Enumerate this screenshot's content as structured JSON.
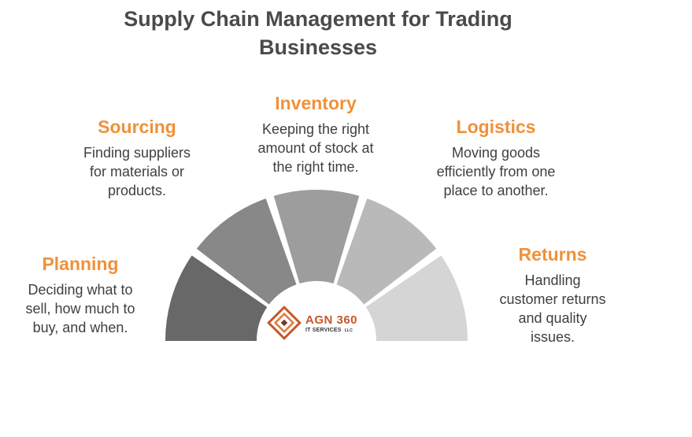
{
  "title": {
    "line1": "Supply Chain Management for Trading",
    "line2": "Businesses"
  },
  "stages": [
    {
      "title": "Planning",
      "desc": [
        "Deciding what to",
        "sell, how much to",
        "buy, and when."
      ],
      "color": "#686868"
    },
    {
      "title": "Sourcing",
      "desc": [
        "Finding suppliers",
        "for materials or",
        "products."
      ],
      "color": "#888888"
    },
    {
      "title": "Inventory",
      "desc": [
        "Keeping the right",
        "amount of stock at",
        "the right time."
      ],
      "color": "#9d9d9d"
    },
    {
      "title": "Logistics",
      "desc": [
        "Moving goods",
        "efficiently from one",
        "place to another."
      ],
      "color": "#b9b9b9"
    },
    {
      "title": "Returns",
      "desc": [
        "Handling",
        "customer returns",
        "and quality",
        "issues."
      ],
      "color": "#d5d5d5"
    }
  ],
  "logo": {
    "name": "AGN 360",
    "subtitle": "IT SERVICES",
    "suffix": "LLC",
    "accent": "#c8562b"
  },
  "accent_color": "#f0913a"
}
